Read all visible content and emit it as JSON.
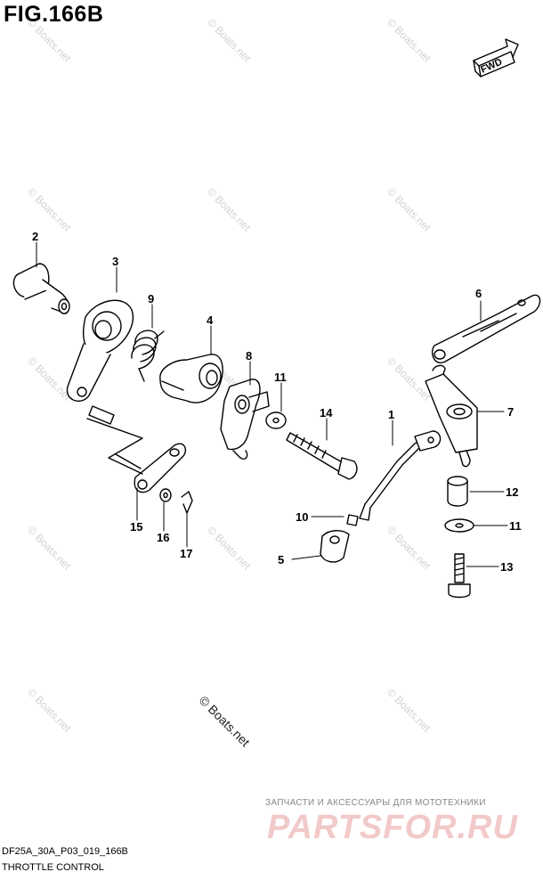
{
  "figure": {
    "title": "FIG.166B",
    "code": "DF25A_30A_P03_019_166B",
    "subtitle": "THROTTLE CONTROL",
    "fwd_label": "FWD"
  },
  "watermarks": {
    "small": "© Boats.net",
    "center": "© Boats.net"
  },
  "brand": {
    "tagline": "ЗАПЧАСТИ И АКСЕССУАРЫ ДЛЯ МОТОТЕХНИКИ",
    "logo": "PARTSFOR.RU"
  },
  "callouts": {
    "c1": "1",
    "c2": "2",
    "c3": "3",
    "c4": "4",
    "c5": "5",
    "c6": "6",
    "c7": "7",
    "c8": "8",
    "c9": "9",
    "c10": "10",
    "c11a": "11",
    "c11b": "11",
    "c12": "12",
    "c13": "13",
    "c14": "14",
    "c15": "15",
    "c16": "16",
    "c17": "17"
  }
}
